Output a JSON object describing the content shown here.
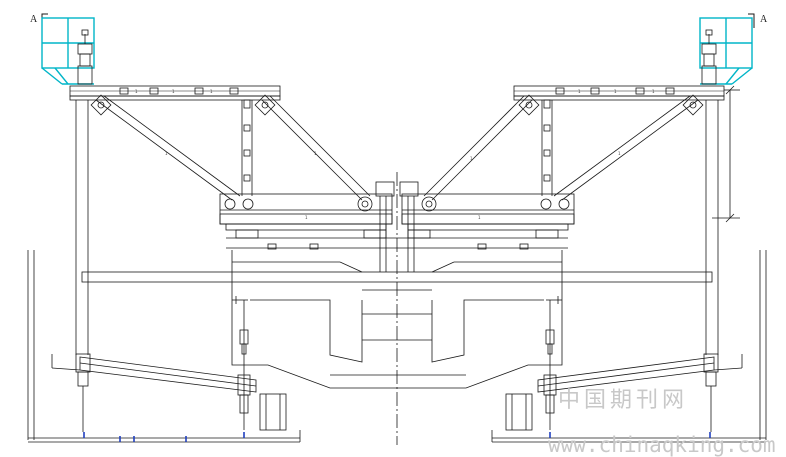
{
  "drawing": {
    "section_mark_left": "A",
    "section_mark_right": "A",
    "members": {
      "top_beam_left": [
        "1",
        "1",
        "1"
      ],
      "top_beam_right": [
        "1",
        "1",
        "1"
      ],
      "diagonal_left_outer": "1",
      "diagonal_left_inner": "1",
      "diagonal_right_inner": "1",
      "diagonal_right_outer": "1",
      "bottom_beam_left": "1",
      "bottom_beam_right": "1"
    },
    "colors": {
      "line": "#1a1a1a",
      "platform": "#00b5c8",
      "blue_marks": "#1f3fbf",
      "watermark": "#c8c8c8"
    }
  },
  "watermark": {
    "text_cn": "中国期刊网",
    "text_url": "www.chinaqking.com"
  }
}
